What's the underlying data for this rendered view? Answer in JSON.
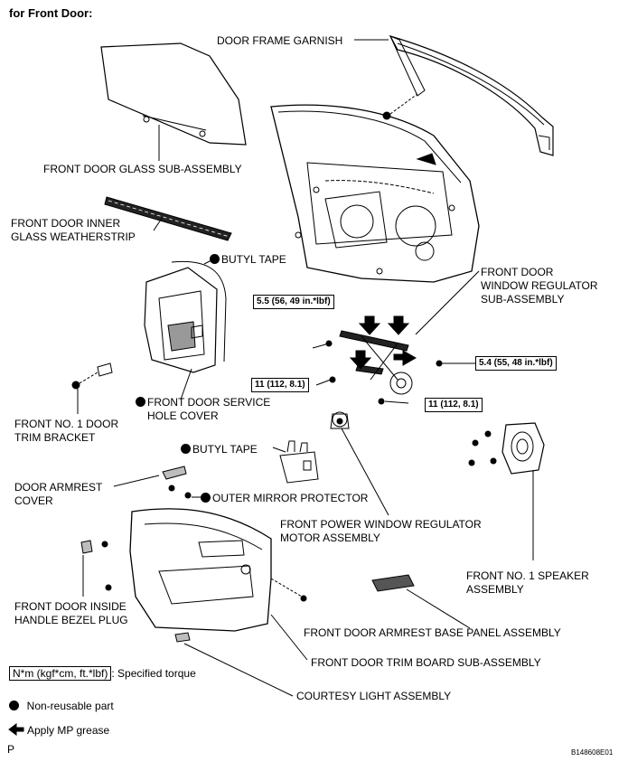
{
  "header": {
    "title": "for Front Door:"
  },
  "labels": {
    "door_frame_garnish": "DOOR FRAME GARNISH",
    "front_door_glass_1": "FRONT DOOR GLASS SUB-ASSEMBLY",
    "inner_weatherstrip_1": "FRONT DOOR INNER",
    "inner_weatherstrip_2": "GLASS WEATHERSTRIP",
    "butyl_tape_top": "BUTYL TAPE",
    "regulator_1": "FRONT DOOR",
    "regulator_2": "WINDOW REGULATOR",
    "regulator_3": "SUB-ASSEMBLY",
    "service_hole_1": "FRONT DOOR SERVICE",
    "service_hole_2": "HOLE COVER",
    "trim_bracket_1": "FRONT NO. 1 DOOR",
    "trim_bracket_2": "TRIM BRACKET",
    "butyl_tape_mid": "BUTYL TAPE",
    "armrest_cover_1": "DOOR ARMREST",
    "armrest_cover_2": "COVER",
    "outer_mirror_protector": "OUTER MIRROR PROTECTOR",
    "motor_1": "FRONT POWER WINDOW REGULATOR",
    "motor_2": "MOTOR ASSEMBLY",
    "speaker_1": "FRONT NO. 1 SPEAKER",
    "speaker_2": "ASSEMBLY",
    "bezel_plug_1": "FRONT DOOR INSIDE",
    "bezel_plug_2": "HANDLE BEZEL PLUG",
    "armrest_base": "FRONT DOOR ARMREST BASE PANEL ASSEMBLY",
    "trim_board": "FRONT DOOR TRIM BOARD SUB-ASSEMBLY",
    "courtesy_light": "COURTESY LIGHT ASSEMBLY"
  },
  "torques": {
    "t1": "5.5 (56, 49 in.*lbf)",
    "t2": "5.4 (55, 48 in.*lbf)",
    "t3": "11 (112, 8.1)",
    "t4": "11 (112, 8.1)"
  },
  "legend": {
    "torque_box": "N*m (kgf*cm, ft.*lbf)",
    "torque_text": ": Specified torque",
    "nonreusable": "Non-reusable part",
    "grease": "Apply MP grease"
  },
  "footer": {
    "left": "P",
    "code": "B148608E01"
  },
  "colors": {
    "ink": "#000000",
    "paper": "#ffffff",
    "shade": "#bdbdbd"
  }
}
